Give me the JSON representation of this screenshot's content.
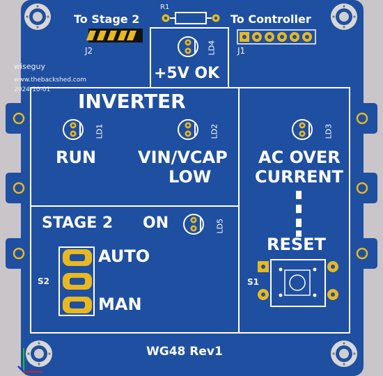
{
  "header": {
    "to_stage2": "To Stage 2",
    "r1": "R1",
    "to_controller": "To Controller",
    "j2": "J2",
    "j1": "J1"
  },
  "power": {
    "label": "+5V OK",
    "led": "LD4"
  },
  "credit": {
    "line1": "wiseguy",
    "line2": "www.thebackshed.com",
    "line3": "2024-10-01"
  },
  "inverter": {
    "title": "INVERTER",
    "ld1": "LD1",
    "ld2": "LD2",
    "run": "RUN",
    "vin_vcap": "VIN/VCAP",
    "low": "LOW"
  },
  "ac_over": {
    "ld3": "LD3",
    "line1": "AC OVER",
    "line2": "CURRENT",
    "reset": "RESET",
    "s1": "S1"
  },
  "stage2": {
    "title": "STAGE 2",
    "on": "ON",
    "ld5": "LD5",
    "auto": "AUTO",
    "man": "MAN",
    "s2": "S2"
  },
  "footer": {
    "board": "WG48 Rev1"
  },
  "colors": {
    "board": "#1f4fa0",
    "pad_gold": "#e8b820",
    "silkscreen": "#ffffff",
    "background": "#c9c5c9"
  }
}
